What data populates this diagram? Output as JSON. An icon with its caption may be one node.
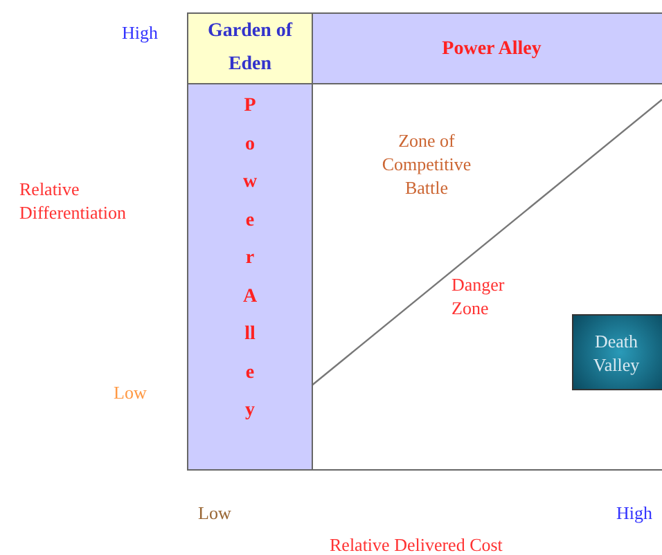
{
  "diagram": {
    "nodes": [
      {
        "text": [
          "Garden of Eden"
        ]
      },
      {
        "text": [
          "Power Alley"
        ]
      },
      {
        "text": [
          "Power Alley"
        ]
      },
      {
        "text": [
          "Death Valley"
        ]
      }
    ],
    "labels": [
      "High",
      "Relative Differentiation",
      "Zone of Competitive Battle",
      "Danger Zone",
      "Low",
      "Low",
      "High",
      "Relative Delivered Cost"
    ]
  }
}
